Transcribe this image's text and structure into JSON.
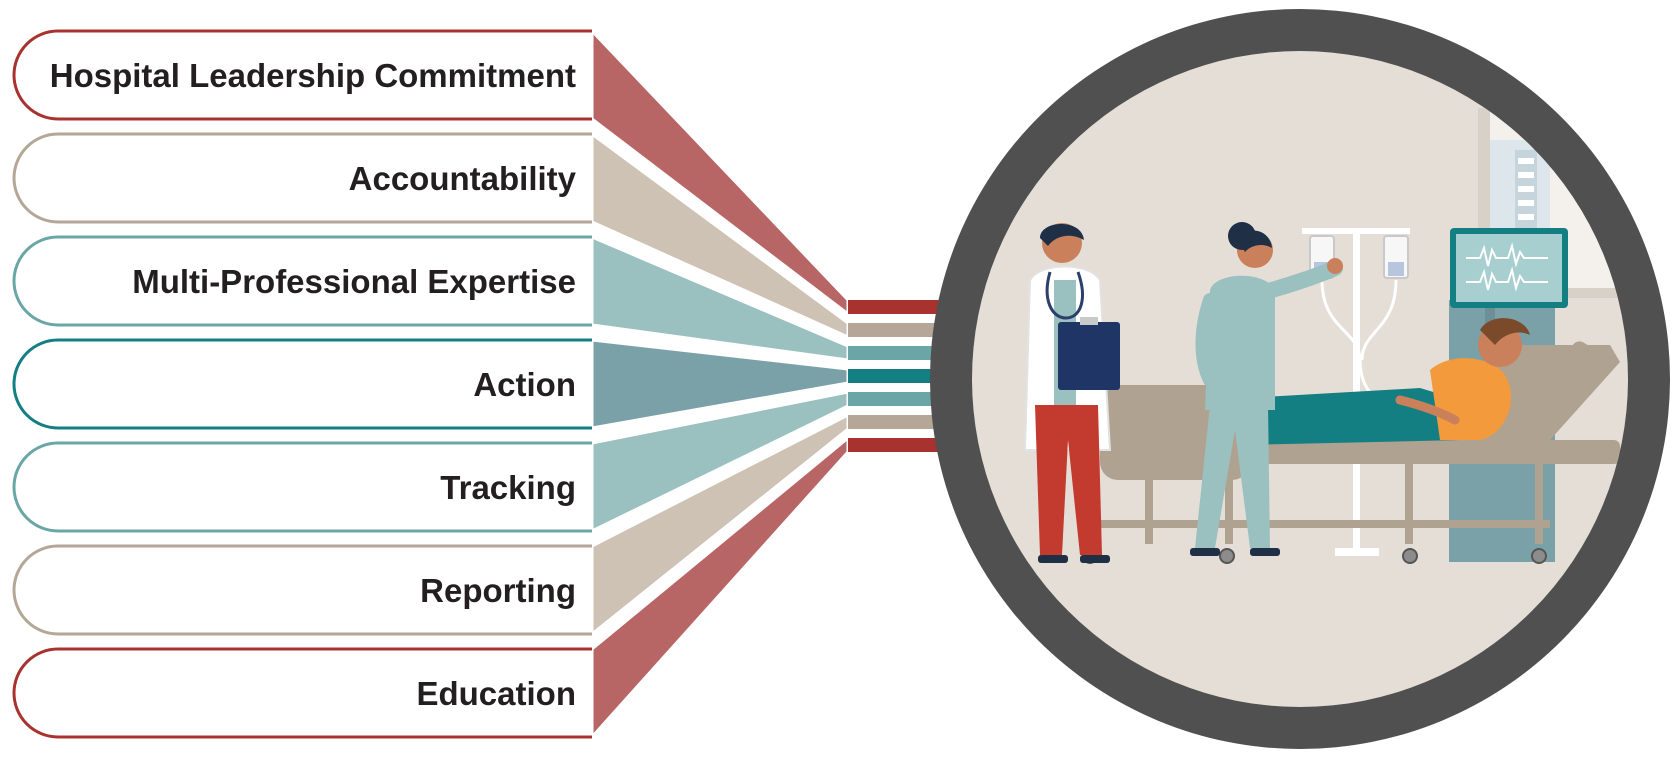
{
  "elements": [
    {
      "label": "Hospital Leadership Commitment",
      "color": "#a8322d",
      "fill": "#b86566",
      "bar": "#a8322d"
    },
    {
      "label": "Accountability",
      "color": "#b5a797",
      "fill": "#cdc2b4",
      "bar": "#b5a797"
    },
    {
      "label": "Multi-Professional Expertise",
      "color": "#6aa6a6",
      "fill": "#9ac1c0",
      "bar": "#6aa6a6"
    },
    {
      "label": "Action",
      "color": "#137f82",
      "fill": "#7ba1a8",
      "bar": "#137f82"
    },
    {
      "label": "Tracking",
      "color": "#6aa6a6",
      "fill": "#9ac1c0",
      "bar": "#6aa6a6"
    },
    {
      "label": "Reporting",
      "color": "#b5a797",
      "fill": "#cdc2b4",
      "bar": "#b5a797"
    },
    {
      "label": "Education",
      "color": "#a8322d",
      "fill": "#b86566",
      "bar": "#a8322d"
    }
  ],
  "illustration": {
    "subject": "hospital-room-scene",
    "ring_color": "#505050",
    "background_color": "#e5ded6"
  }
}
